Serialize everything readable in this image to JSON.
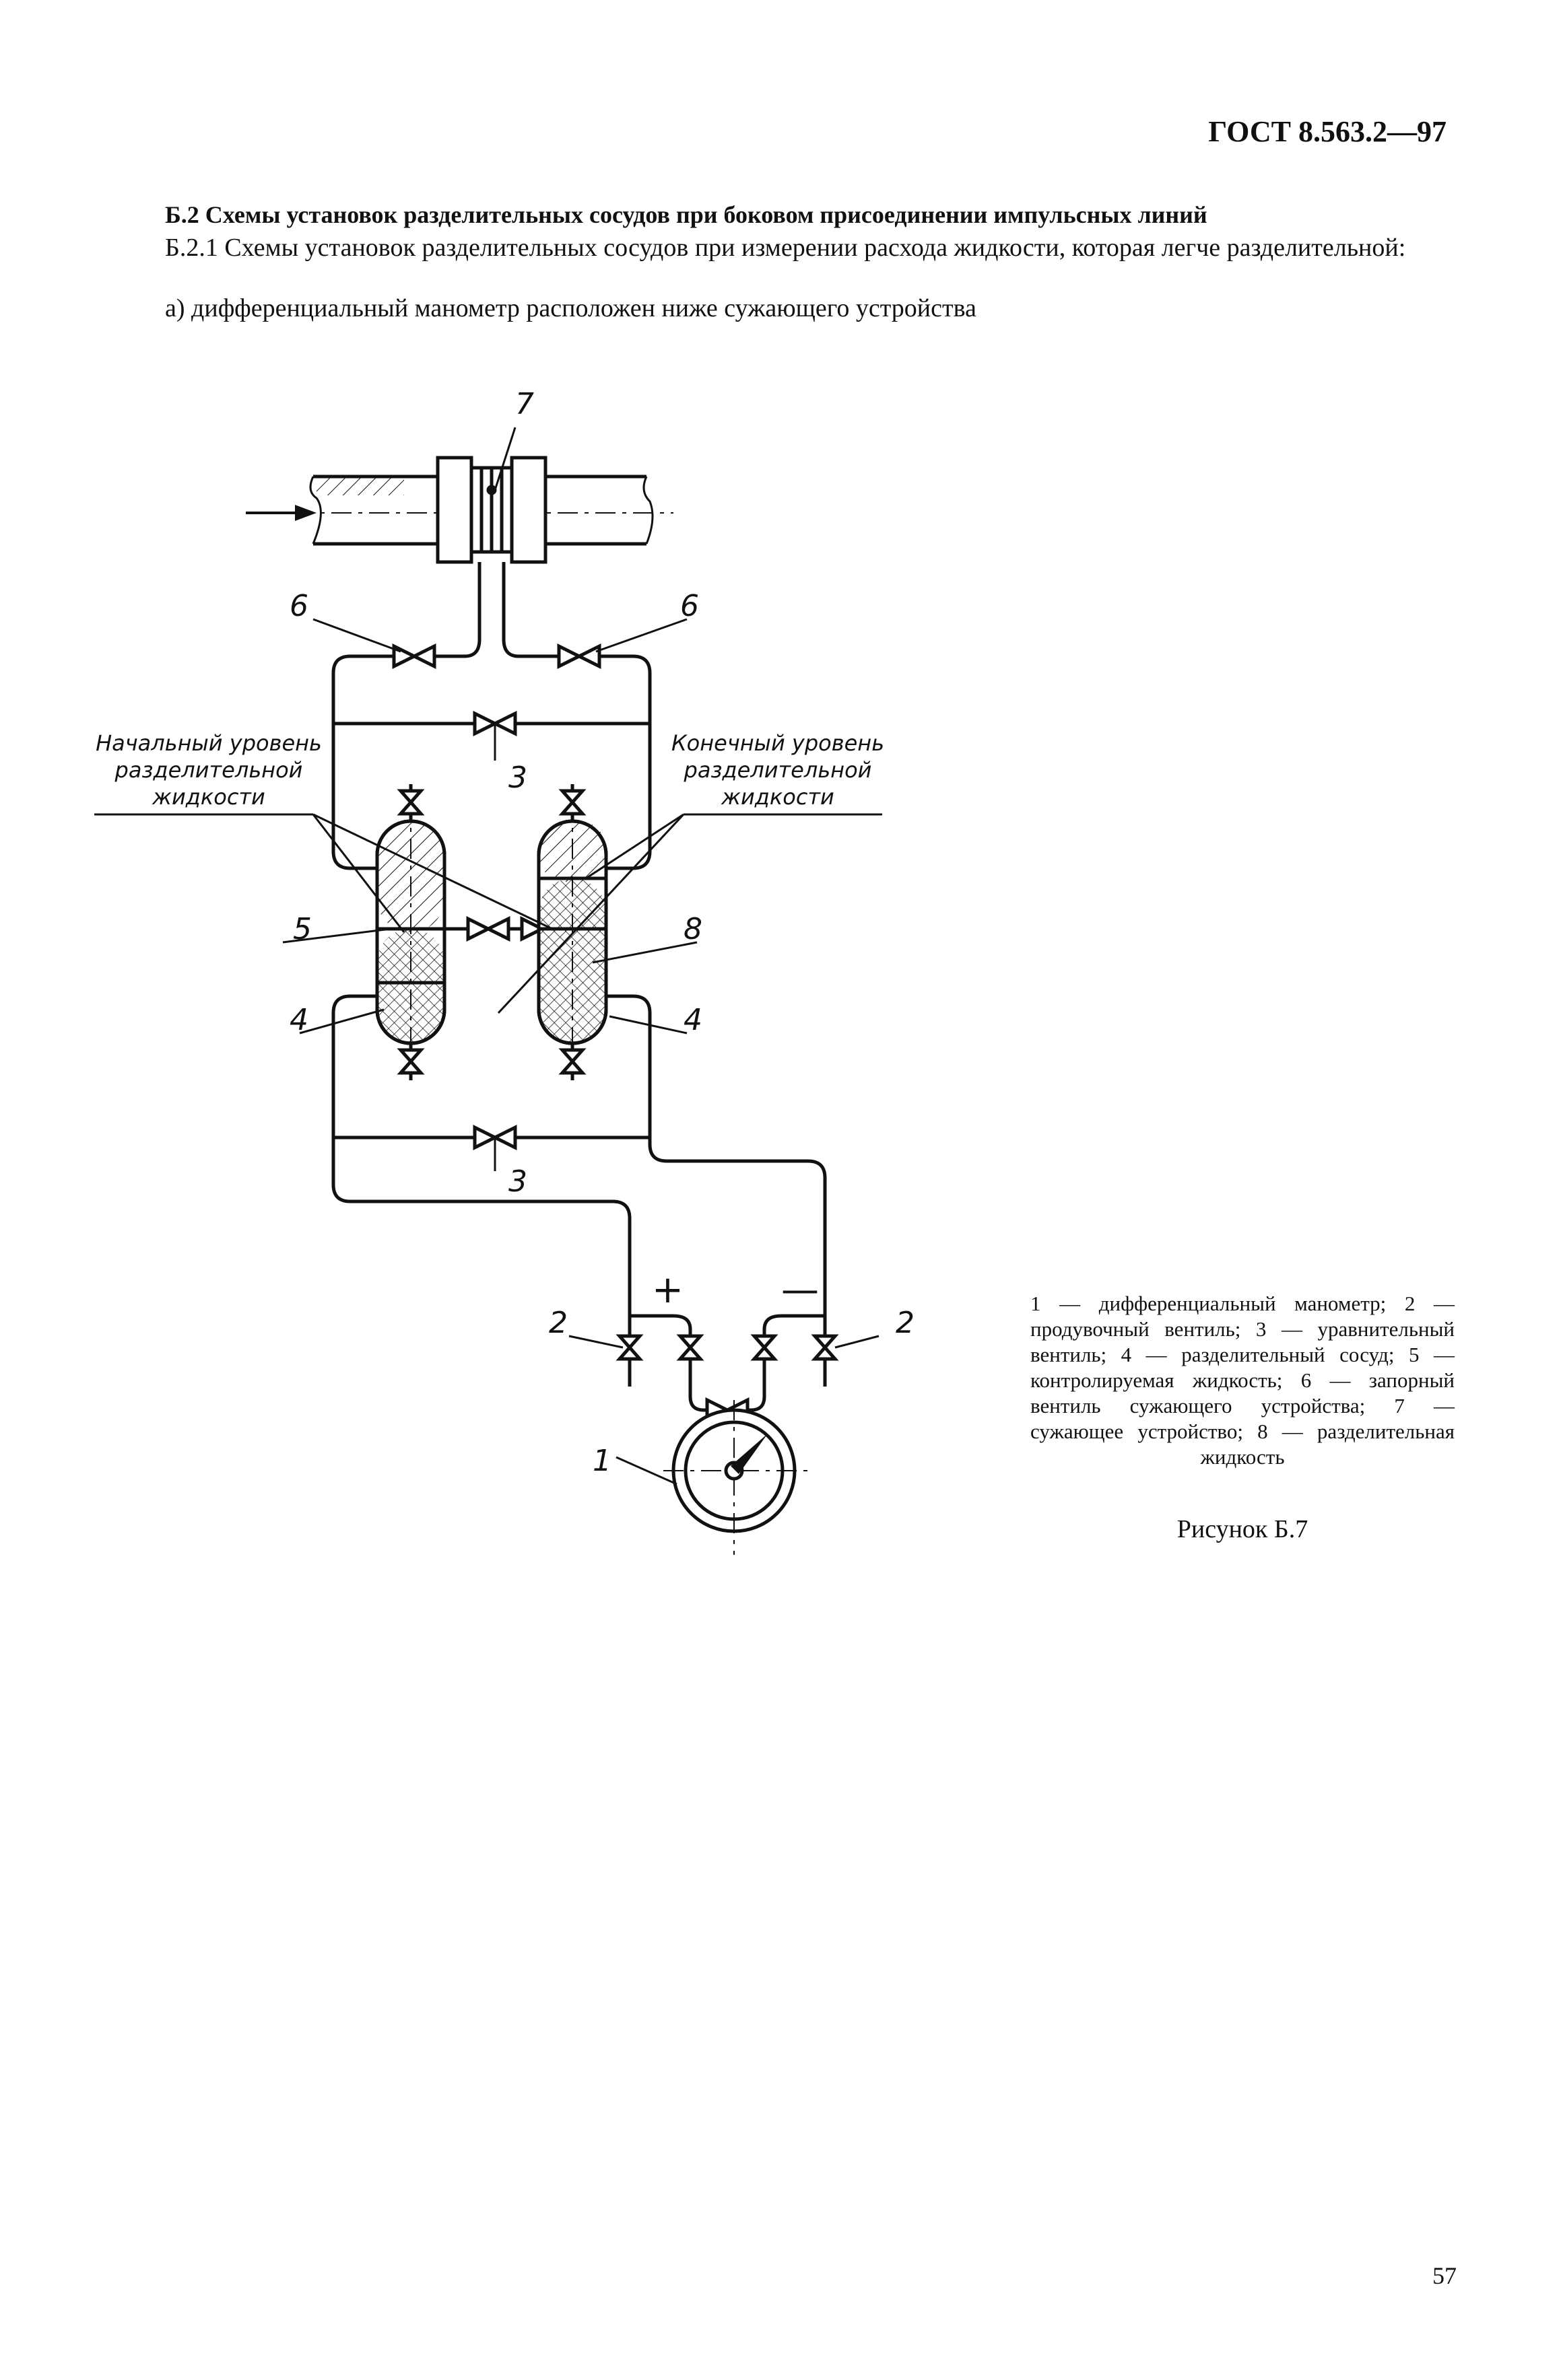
{
  "header": {
    "code": "ГОСТ 8.563.2—97"
  },
  "section": {
    "heading": "Б.2 Схемы установок разделительных сосудов при боковом присоединении импульсных линий",
    "paragraph_1": "Б.2.1 Схемы установок разделительных сосудов при измерении расхода жидкости, которая легче разделительной:",
    "paragraph_2": "а) дифференциальный манометр расположен ниже сужающего устройства"
  },
  "diagram": {
    "callout_1": "1",
    "callout_2": "2",
    "callout_3": "3",
    "callout_4": "4",
    "callout_5": "5",
    "callout_6": "6",
    "callout_7": "7",
    "callout_8": "8",
    "plus_sign": "+",
    "minus_sign": "—",
    "note_initial_line1": "Начальный уровень",
    "note_initial_line2": "разделительной",
    "note_initial_line3": "жидкости",
    "note_final_line1": "Конечный уровень",
    "note_final_line2": "разделительной",
    "note_final_line3": "жидкости"
  },
  "legend": {
    "text": "1 — дифференциальный манометр; 2 — продувочный вентиль; 3 — уравнительный вентиль; 4 — разделительный сосуд; 5 — контролируемая жидкость; 6 — запорный вентиль сужающего устройства; 7 — сужающее устройство; 8 — разделительная жидкость"
  },
  "figure": {
    "caption": "Рисунок Б.7"
  },
  "page": {
    "number": "57"
  }
}
